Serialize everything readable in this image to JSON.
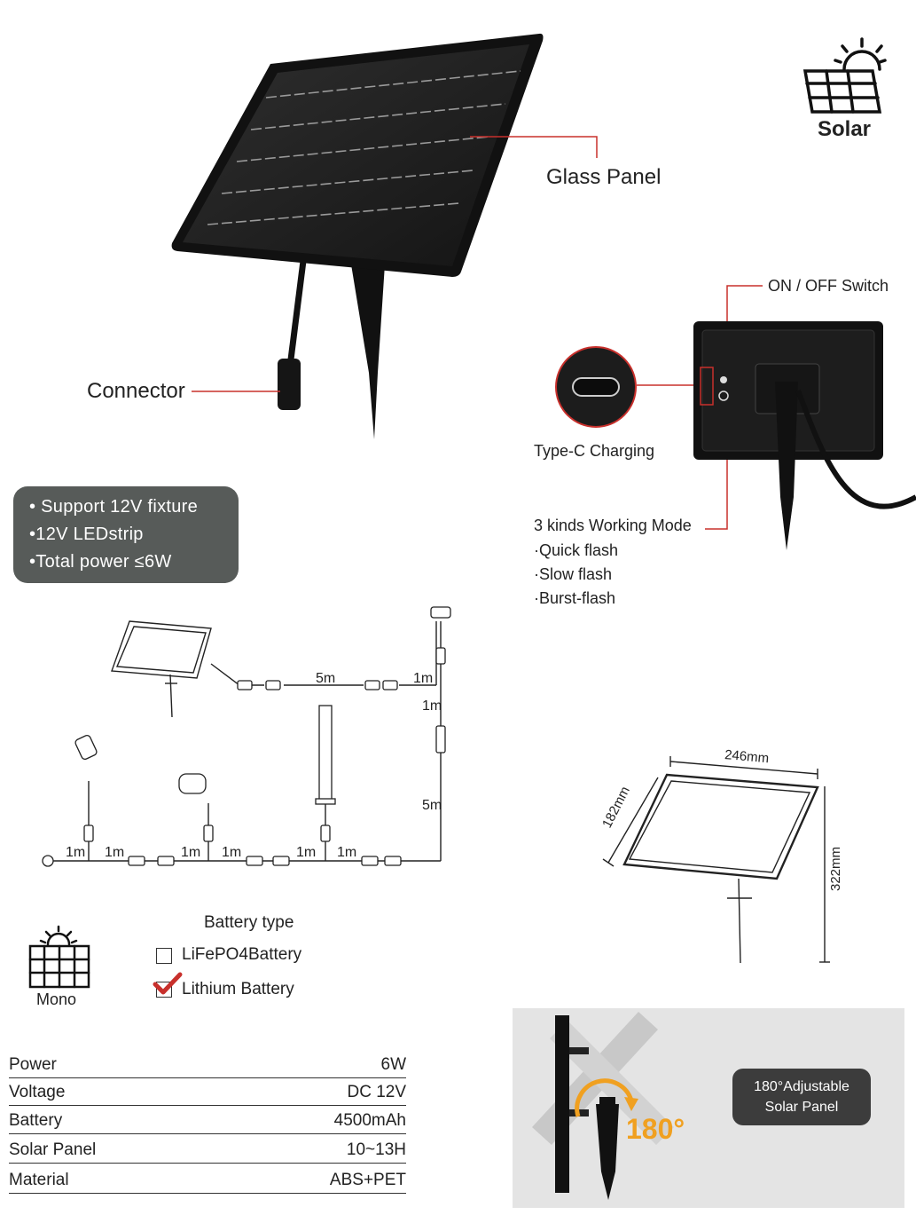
{
  "brand_icon": {
    "label": "Solar",
    "icon": "solar-panel-sun-icon"
  },
  "callouts": {
    "glass_panel": "Glass Panel",
    "connector": "Connector",
    "on_off_switch": "ON / OFF Switch",
    "type_c": "Type-C Charging",
    "working_mode_title": "3 kinds Working Mode",
    "modes": [
      "·Quick flash",
      "·Slow flash",
      "·Burst-flash"
    ]
  },
  "features": [
    "• Support 12V fixture",
    "•12V LEDstrip",
    "•Total power ≤6W"
  ],
  "wiring": {
    "top_run": "5m",
    "top_right": "1m",
    "riser_top": "1m",
    "riser_long": "5m",
    "segments": [
      "1m",
      "1m",
      "1m",
      "1m",
      "1m",
      "1m"
    ]
  },
  "dimensions": {
    "width": "246mm",
    "depth": "182mm",
    "height": "322mm"
  },
  "mono": {
    "label": "Mono",
    "icon": "mono-panel-icon"
  },
  "battery": {
    "title": "Battery type",
    "options": [
      {
        "label": "LiFePO4Battery",
        "checked": false
      },
      {
        "label": "Lithium Battery",
        "checked": true
      }
    ]
  },
  "specs": [
    {
      "key": "Power",
      "value": "6W"
    },
    {
      "key": "Voltage",
      "value": "DC 12V"
    },
    {
      "key": "Battery",
      "value": "4500mAh"
    },
    {
      "key": "Solar Panel",
      "value": "10~13H"
    },
    {
      "key": "Material",
      "value": "ABS+PET"
    }
  ],
  "rotation": {
    "angle": "180°",
    "caption_line1": "180°Adjustable",
    "caption_line2": "Solar Panel"
  },
  "colors": {
    "accent_red": "#c8302c",
    "pill_gray": "#575b59",
    "rotation_orange": "#f0a020"
  }
}
